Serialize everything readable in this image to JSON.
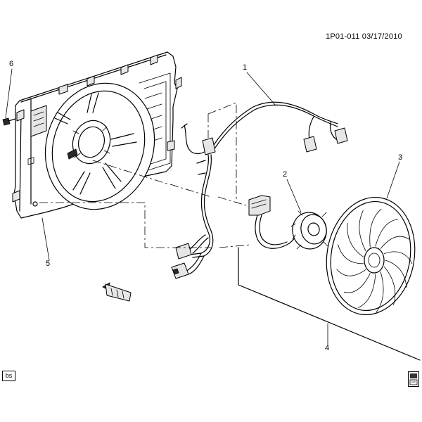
{
  "header": {
    "doc_ref": "1P01-011  03/17/2010"
  },
  "callouts": [
    {
      "id": "callout-1",
      "label": "1",
      "part": "fan-wiring-harness"
    },
    {
      "id": "callout-2",
      "label": "2",
      "part": "fan-motor"
    },
    {
      "id": "callout-3",
      "label": "3",
      "part": "fan-blade"
    },
    {
      "id": "callout-4",
      "label": "4",
      "part": "fan-assembly"
    },
    {
      "id": "callout-5",
      "label": "5",
      "part": "fan-shroud"
    },
    {
      "id": "callout-6",
      "label": "6",
      "part": "shroud-bolt"
    }
  ],
  "footer": {
    "corner_code": "bs",
    "legend_icon": "parts-legend-icon"
  },
  "direction_marker": {
    "icon": "front-arrow-icon"
  }
}
